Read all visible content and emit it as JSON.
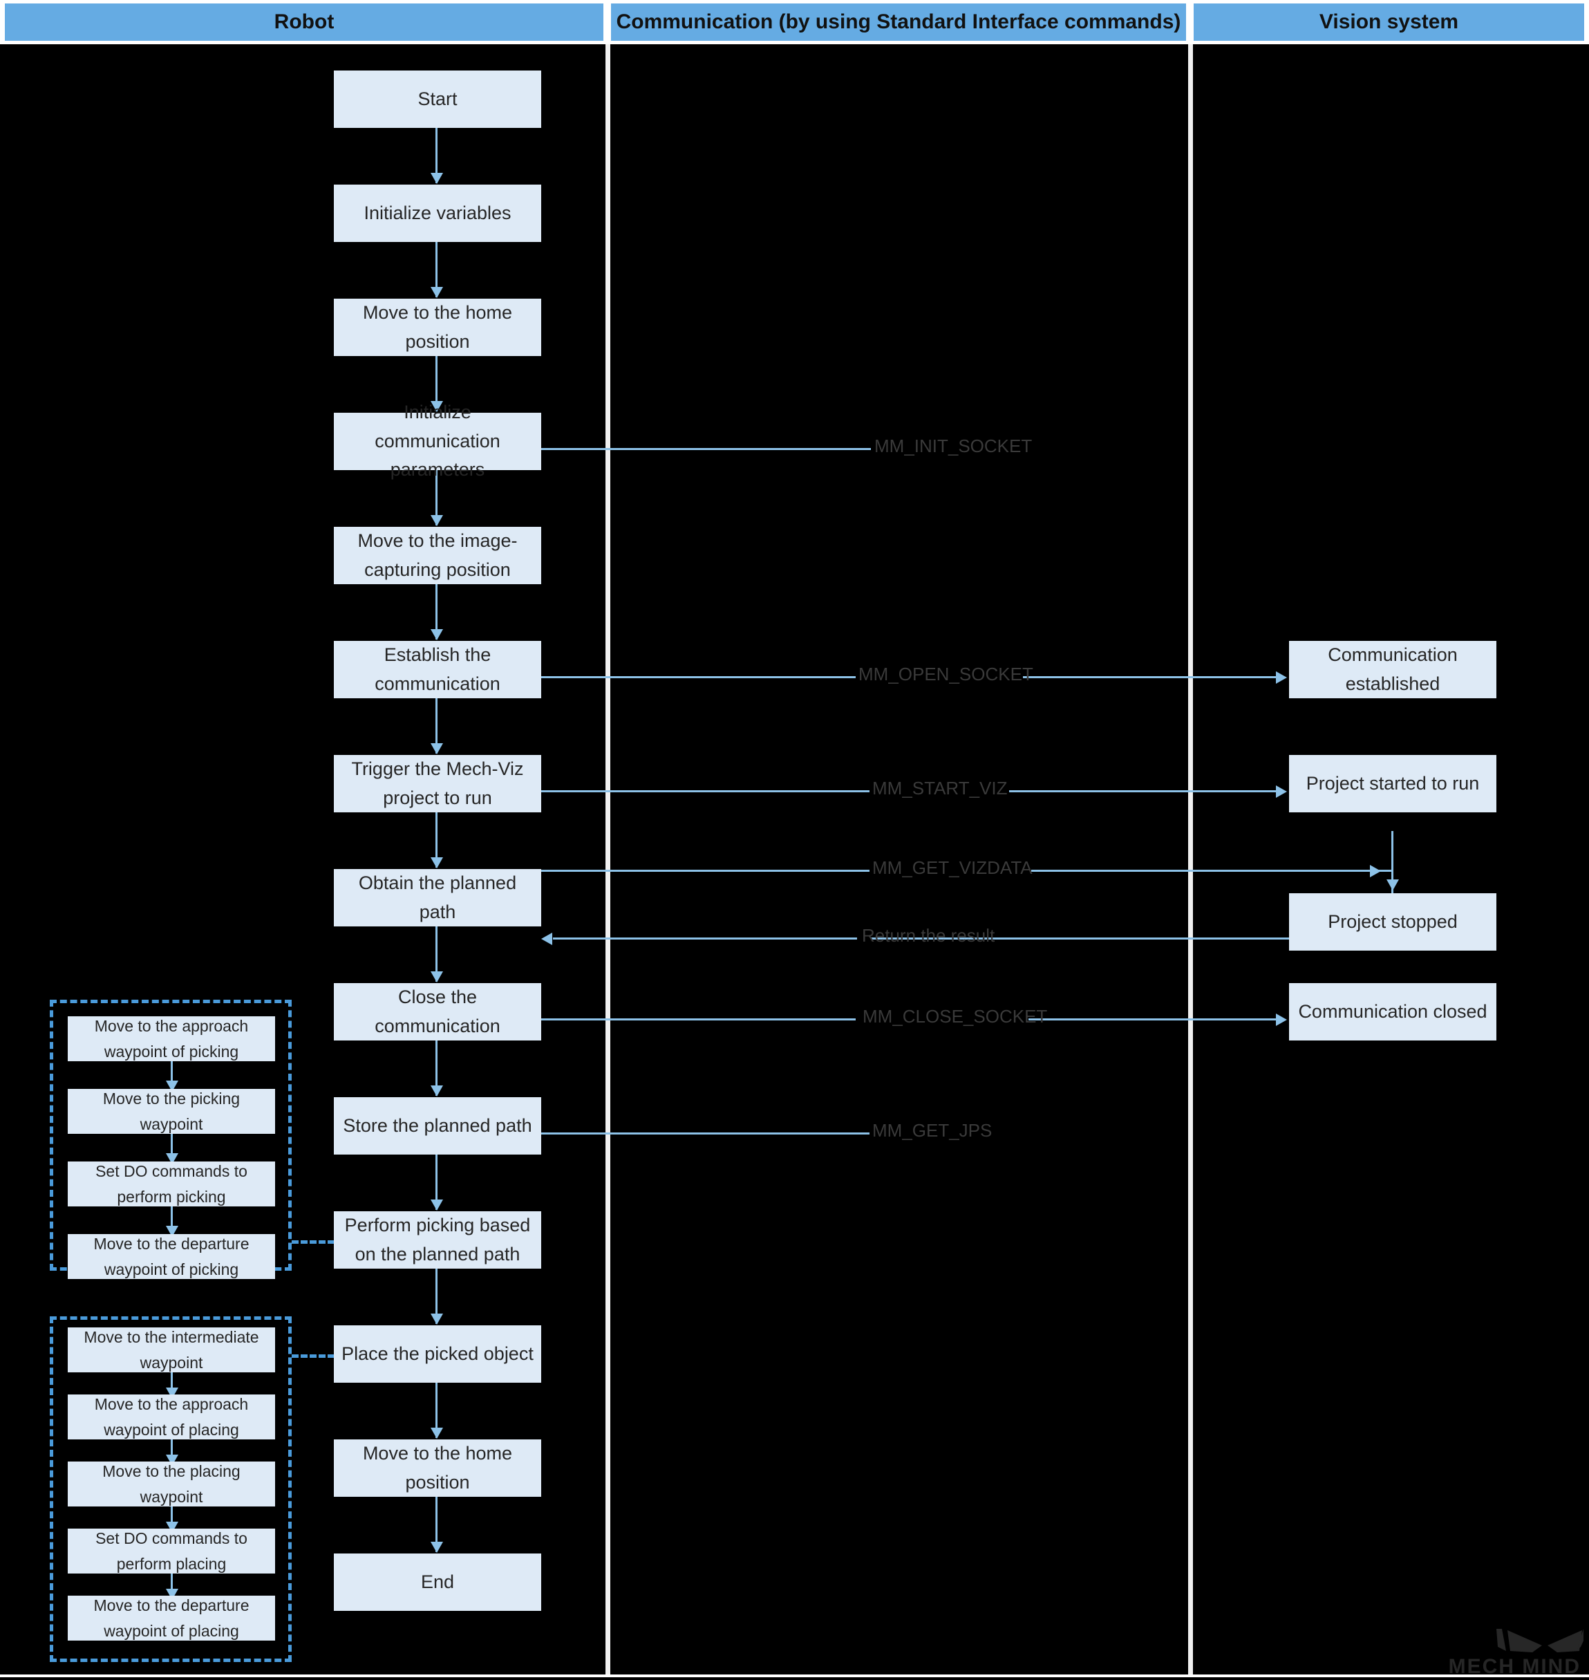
{
  "lanes": [
    {
      "id": "robot",
      "title": "Robot"
    },
    {
      "id": "communication",
      "title": "Communication (by using Standard Interface commands)"
    },
    {
      "id": "vision",
      "title": "Vision system"
    }
  ],
  "colors": {
    "lane_header": "#65ABE3",
    "box_fill": "#DEEAF6",
    "connector": "#8DC2E8",
    "dashed_border": "#4A9BDB",
    "background": "#000000",
    "text": "#262626"
  },
  "robot_steps": [
    {
      "id": "start",
      "label": "Start"
    },
    {
      "id": "init-variables",
      "label": "Initialize variables"
    },
    {
      "id": "move-home-1",
      "label": "Move to the home position"
    },
    {
      "id": "init-comm-params",
      "label": "Initialize communication parameters"
    },
    {
      "id": "move-image-capturing",
      "label": "Move to the image-capturing position"
    },
    {
      "id": "establish-comm",
      "label": "Establish the communication"
    },
    {
      "id": "trigger-mechviz",
      "label": "Trigger the Mech-Viz project to run"
    },
    {
      "id": "obtain-planned-path",
      "label": "Obtain the planned path"
    },
    {
      "id": "close-comm",
      "label": "Close the communication"
    },
    {
      "id": "store-planned-path",
      "label": "Store the planned path"
    },
    {
      "id": "perform-picking",
      "label": "Perform picking based on the planned path"
    },
    {
      "id": "place-object",
      "label": "Place the picked object"
    },
    {
      "id": "move-home-2",
      "label": "Move to the home position"
    },
    {
      "id": "end",
      "label": "End"
    }
  ],
  "command_labels": [
    {
      "id": "mm-init-socket",
      "label": "MM_INIT_SOCKET"
    },
    {
      "id": "mm-open-socket",
      "label": "MM_OPEN_SOCKET"
    },
    {
      "id": "mm-start-viz",
      "label": "MM_START_VIZ"
    },
    {
      "id": "mm-get-vizdata",
      "label": "MM_GET_VIZDATA"
    },
    {
      "id": "return-the-result",
      "label": "Return the result"
    },
    {
      "id": "mm-close-socket",
      "label": "MM_CLOSE_SOCKET"
    },
    {
      "id": "mm-get-jps",
      "label": "MM_GET_JPS"
    }
  ],
  "vision_steps": [
    {
      "id": "communication-established",
      "label": "Communication established"
    },
    {
      "id": "project-started-to-run",
      "label": "Project started to run"
    },
    {
      "id": "project-stopped",
      "label": "Project stopped"
    },
    {
      "id": "communication-closed",
      "label": "Communication closed"
    }
  ],
  "picking_group": {
    "id": "picking-subroutine",
    "steps": [
      {
        "id": "picking-approach",
        "label": "Move to the approach waypoint of picking"
      },
      {
        "id": "picking-waypoint",
        "label": "Move to the picking waypoint"
      },
      {
        "id": "picking-do",
        "label": "Set DO commands to perform picking"
      },
      {
        "id": "picking-departure",
        "label": "Move to the departure waypoint of picking"
      }
    ]
  },
  "placing_group": {
    "id": "placing-subroutine",
    "steps": [
      {
        "id": "placing-intermediate",
        "label": "Move to the intermediate waypoint"
      },
      {
        "id": "placing-approach",
        "label": "Move to the approach waypoint of placing"
      },
      {
        "id": "placing-waypoint",
        "label": "Move to the placing waypoint"
      },
      {
        "id": "placing-do",
        "label": "Set DO commands to perform placing"
      },
      {
        "id": "placing-departure",
        "label": "Move to the departure waypoint of placing"
      }
    ]
  },
  "watermark": {
    "text": "MECH MIND"
  }
}
